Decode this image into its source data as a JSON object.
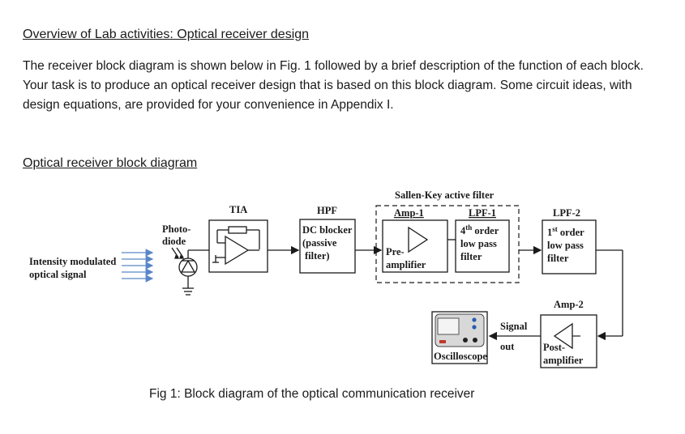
{
  "heading1": "Overview of Lab activities:  Optical receiver design",
  "paragraph": "The receiver block diagram is shown below in Fig. 1 followed by a brief description of the function of each block. Your task is to produce an optical receiver design that is based on this block diagram. Some circuit ideas, with design equations, are provided for your convenience in Appendix I.",
  "heading2": "Optical receiver block diagram",
  "diagram": {
    "input": {
      "line1": "Intensity modulated",
      "line2": "optical signal"
    },
    "photodiode": {
      "line1": "Photo-",
      "line2": "diode"
    },
    "tia": "TIA",
    "hpf": {
      "title": "HPF",
      "line1": "DC blocker",
      "line2": "(passive",
      "line3": "filter)"
    },
    "sallen_key": "Sallen-Key active filter",
    "amp1": {
      "title": "Amp-1",
      "line1": "Pre-",
      "line2": "amplifier"
    },
    "lpf1": {
      "title": "LPF-1",
      "line1_num": "4",
      "line1_sup": "th",
      "line1_rest": " order",
      "line2": "low pass",
      "line3": "filter"
    },
    "lpf2": {
      "title": "LPF-2",
      "line1_num": "1",
      "line1_sup": "st",
      "line1_rest": " order",
      "line2": "low pass",
      "line3": "filter"
    },
    "amp2": {
      "title": "Amp-2",
      "line1": "Post-",
      "line2": "amplifier"
    },
    "signal_out": {
      "line1": "Signal",
      "line2": "out"
    },
    "oscilloscope": "Oscilloscope"
  },
  "caption": "Fig 1: Block diagram of the optical communication receiver"
}
